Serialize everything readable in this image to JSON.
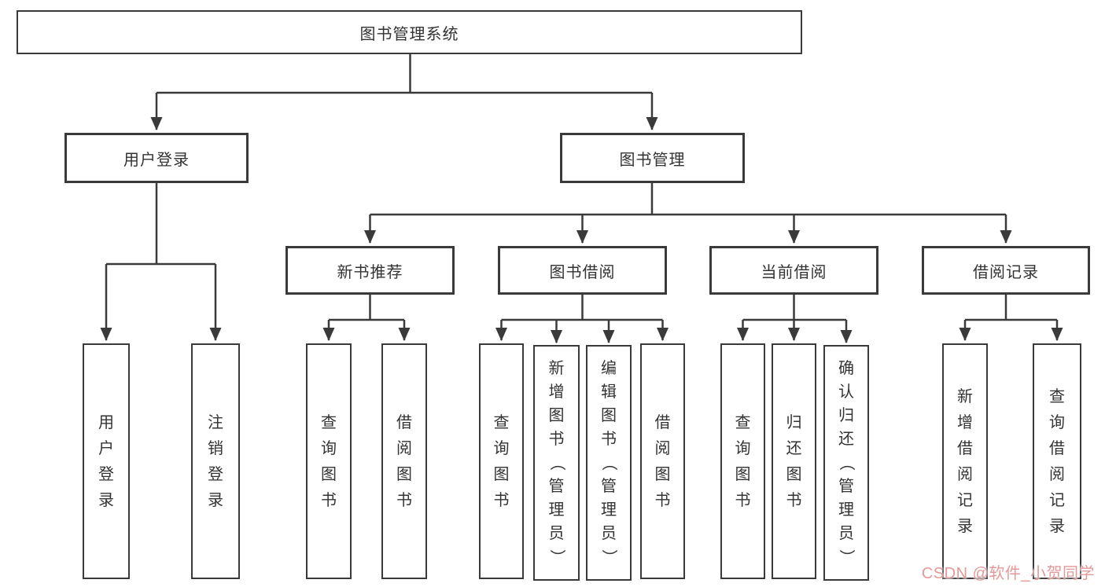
{
  "diagram": {
    "root": {
      "label": "图书管理系统"
    },
    "level2": [
      {
        "label": "用户登录"
      },
      {
        "label": "图书管理"
      }
    ],
    "level3": [
      {
        "label": "新书推荐"
      },
      {
        "label": "图书借阅"
      },
      {
        "label": "当前借阅"
      },
      {
        "label": "借阅记录"
      }
    ],
    "leaves": {
      "user_login": [
        "用户登录",
        "注销登录"
      ],
      "new_books": [
        "查询图书",
        "借阅图书"
      ],
      "book_borrow": [
        "查询图书",
        "新增图书（管理员）",
        "编辑图书（管理员）",
        "借阅图书"
      ],
      "current_borrow": [
        "查询图书",
        "归还图书",
        "确认归还（管理员）"
      ],
      "borrow_records": [
        "新增借阅记录",
        "查询借阅记录"
      ]
    }
  },
  "watermark": {
    "text": "CSDN @软件_小贺同学",
    "color": "#e59898"
  },
  "colors": {
    "line": "#3a3a3a",
    "text": "#333333",
    "background": "#ffffff"
  }
}
